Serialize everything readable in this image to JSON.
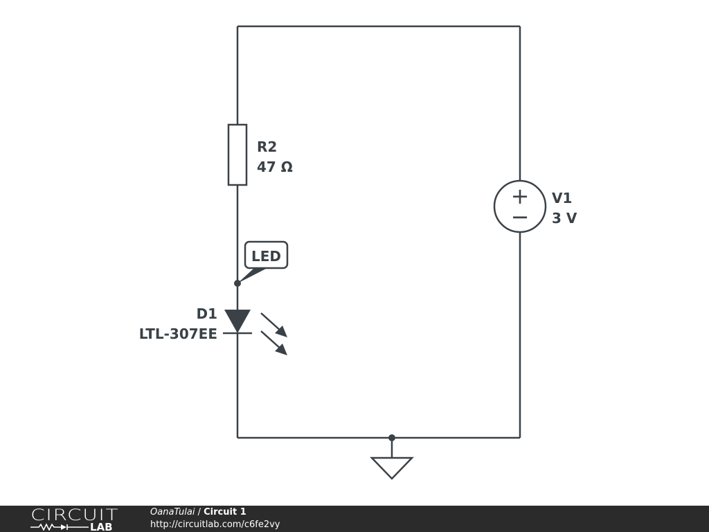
{
  "schematic": {
    "resistor": {
      "ref": "R2",
      "value": "47 Ω"
    },
    "source": {
      "ref": "V1",
      "value": "3 V",
      "plus": "+",
      "minus": "−"
    },
    "diode": {
      "ref": "D1",
      "part": "LTL-307EE",
      "tag": "LED"
    },
    "colors": {
      "wire": "#3a4147",
      "background": "#ffffff"
    }
  },
  "footer": {
    "brand_top": "CIRCUIT",
    "brand_bottom": "LAB",
    "user": "OanaTulai",
    "separator": " / ",
    "circuit_name": "Circuit 1",
    "url": "http://circuitlab.com/c6fe2vy",
    "colors": {
      "background": "#2b2b2b",
      "text": "#ffffff"
    }
  }
}
